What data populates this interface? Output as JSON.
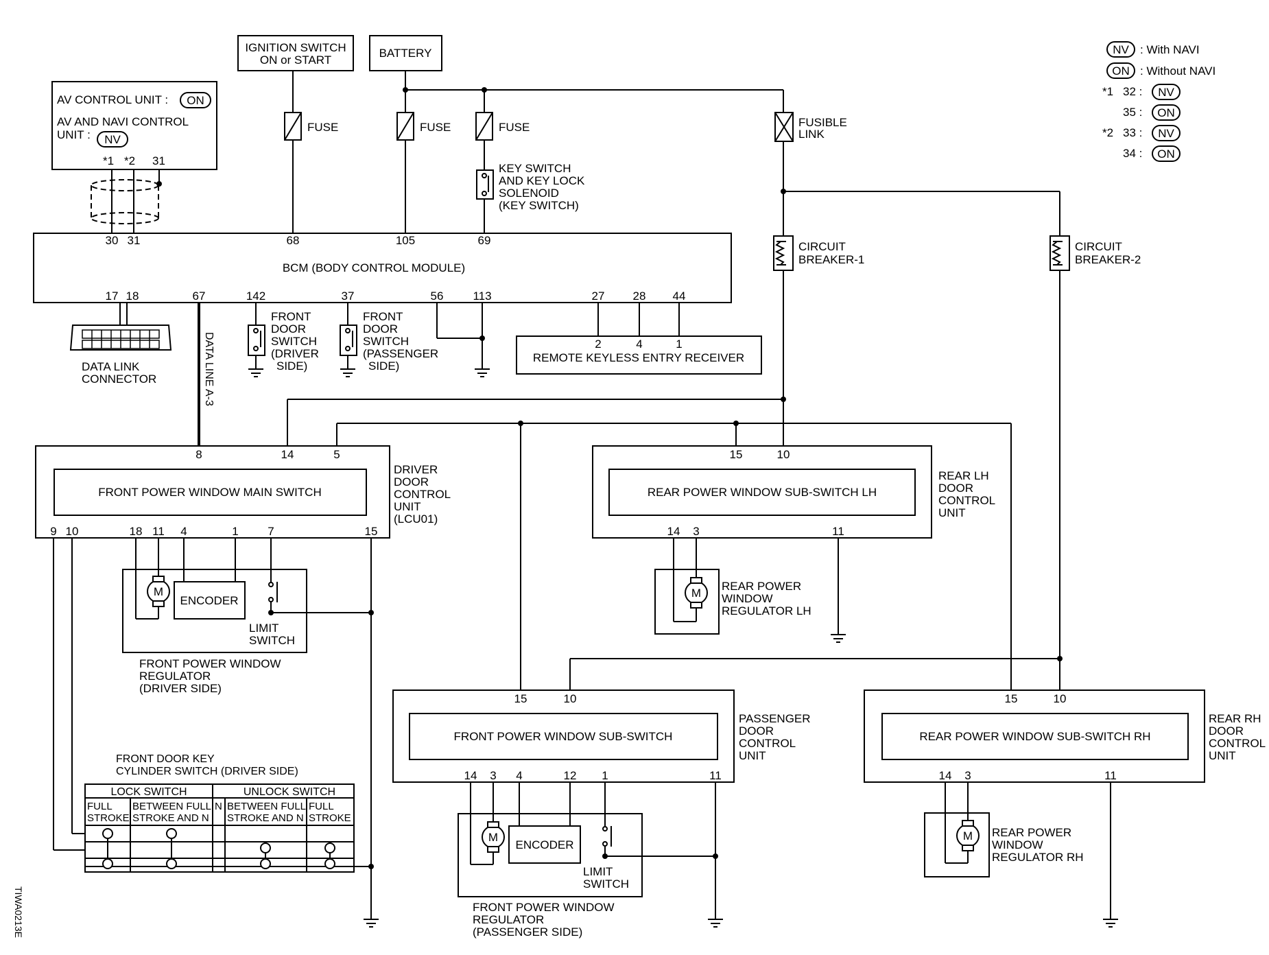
{
  "legend": {
    "nv_badge": "NV",
    "nv_text": ": With NAVI",
    "on_badge": "ON",
    "on_text": ": Without NAVI",
    "star1": "*1",
    "star2": "*2",
    "r1_num": "32 :",
    "r1_badge": "NV",
    "r2_num": "35 :",
    "r2_badge": "ON",
    "r3_num": "33 :",
    "r3_badge": "NV",
    "r4_num": "34 :",
    "r4_badge": "ON"
  },
  "av_unit": {
    "line1": "AV CONTROL UNIT :",
    "line1_badge": "ON",
    "line2": "AV AND NAVI CONTROL",
    "line3": "UNIT :",
    "line3_badge": "NV",
    "pin_star1": "*1",
    "pin_star2": "*2",
    "pin_31": "31"
  },
  "ignition": {
    "line1": "IGNITION SWITCH",
    "line2": "ON or START"
  },
  "battery": {
    "label": "BATTERY"
  },
  "fuses": {
    "f1": "FUSE",
    "f2": "FUSE",
    "f3": "FUSE"
  },
  "fusible_link": {
    "line1": "FUSIBLE",
    "line2": "LINK"
  },
  "key_switch": {
    "line1": "KEY SWITCH",
    "line2": "AND KEY LOCK",
    "line3": "SOLENOID",
    "line4": "(KEY SWITCH)"
  },
  "circuit_breakers": {
    "cb1_line1": "CIRCUIT",
    "cb1_line2": "BREAKER-1",
    "cb2_line1": "CIRCUIT",
    "cb2_line2": "BREAKER-2"
  },
  "bcm": {
    "label": "BCM (BODY CONTROL MODULE)",
    "top_pins": [
      "30",
      "31",
      "68",
      "105",
      "69"
    ],
    "bottom_pins": [
      "17",
      "18",
      "67",
      "142",
      "37",
      "56",
      "113",
      "27",
      "28",
      "44"
    ]
  },
  "data_link": {
    "line1": "DATA LINK",
    "line2": "CONNECTOR"
  },
  "data_line": {
    "label": "DATA LINE A-3"
  },
  "door_switch_driver": {
    "line1": "FRONT",
    "line2": "DOOR",
    "line3": "SWITCH",
    "line4": "(DRIVER",
    "line5": "SIDE)"
  },
  "door_switch_passenger": {
    "line1": "FRONT",
    "line2": "DOOR",
    "line3": "SWITCH",
    "line4": "(PASSENGER",
    "line5": "SIDE)"
  },
  "rke": {
    "label": "REMOTE KEYLESS ENTRY RECEIVER",
    "pins": [
      "2",
      "4",
      "1"
    ]
  },
  "driver_unit": {
    "inner_label": "FRONT POWER WINDOW MAIN SWITCH",
    "side_line1": "DRIVER",
    "side_line2": "DOOR",
    "side_line3": "CONTROL",
    "side_line4": "UNIT",
    "side_line5": "(LCU01)",
    "top_pins": [
      "8",
      "14",
      "5"
    ],
    "bottom_pins": [
      "9",
      "10",
      "18",
      "11",
      "4",
      "1",
      "7",
      "15"
    ]
  },
  "front_regulator_driver": {
    "motor": "M",
    "encoder": "ENCODER",
    "limit_line1": "LIMIT",
    "limit_line2": "SWITCH",
    "line1": "FRONT POWER WINDOW",
    "line2": "REGULATOR",
    "line3": "(DRIVER SIDE)"
  },
  "rear_lh_unit": {
    "inner_label": "REAR POWER WINDOW SUB-SWITCH LH",
    "side_line1": "REAR LH",
    "side_line2": "DOOR",
    "side_line3": "CONTROL",
    "side_line4": "UNIT",
    "top_pins": [
      "15",
      "10"
    ],
    "bottom_pins": [
      "14",
      "3",
      "11"
    ]
  },
  "rear_regulator_lh": {
    "motor": "M",
    "line1": "REAR POWER",
    "line2": "WINDOW",
    "line3": "REGULATOR LH"
  },
  "passenger_unit": {
    "inner_label": "FRONT POWER WINDOW SUB-SWITCH",
    "side_line1": "PASSENGER",
    "side_line2": "DOOR",
    "side_line3": "CONTROL",
    "side_line4": "UNIT",
    "top_pins": [
      "15",
      "10"
    ],
    "bottom_pins": [
      "14",
      "3",
      "4",
      "12",
      "1",
      "11"
    ]
  },
  "front_regulator_passenger": {
    "motor": "M",
    "encoder": "ENCODER",
    "limit_line1": "LIMIT",
    "limit_line2": "SWITCH",
    "line1": "FRONT POWER WINDOW",
    "line2": "REGULATOR",
    "line3": "(PASSENGER SIDE)"
  },
  "rear_rh_unit": {
    "inner_label": "REAR POWER WINDOW SUB-SWITCH RH",
    "side_line1": "REAR RH",
    "side_line2": "DOOR",
    "side_line3": "CONTROL",
    "side_line4": "UNIT",
    "top_pins": [
      "15",
      "10"
    ],
    "bottom_pins": [
      "14",
      "3",
      "11"
    ]
  },
  "rear_regulator_rh": {
    "motor": "M",
    "line1": "REAR POWER",
    "line2": "WINDOW",
    "line3": "REGULATOR RH"
  },
  "key_cylinder": {
    "title1": "FRONT DOOR KEY",
    "title2": "CYLINDER SWITCH (DRIVER SIDE)",
    "lock": "LOCK SWITCH",
    "unlock": "UNLOCK SWITCH",
    "col1_a": "FULL",
    "col1_b": "STROKE",
    "col2_a": "BETWEEN FULL",
    "col2_b": "STROKE AND N",
    "col3": "N",
    "col4_a": "BETWEEN FULL",
    "col4_b": "STROKE AND N",
    "col5_a": "FULL",
    "col5_b": "STROKE"
  },
  "figure_id": "TIWA0213E"
}
